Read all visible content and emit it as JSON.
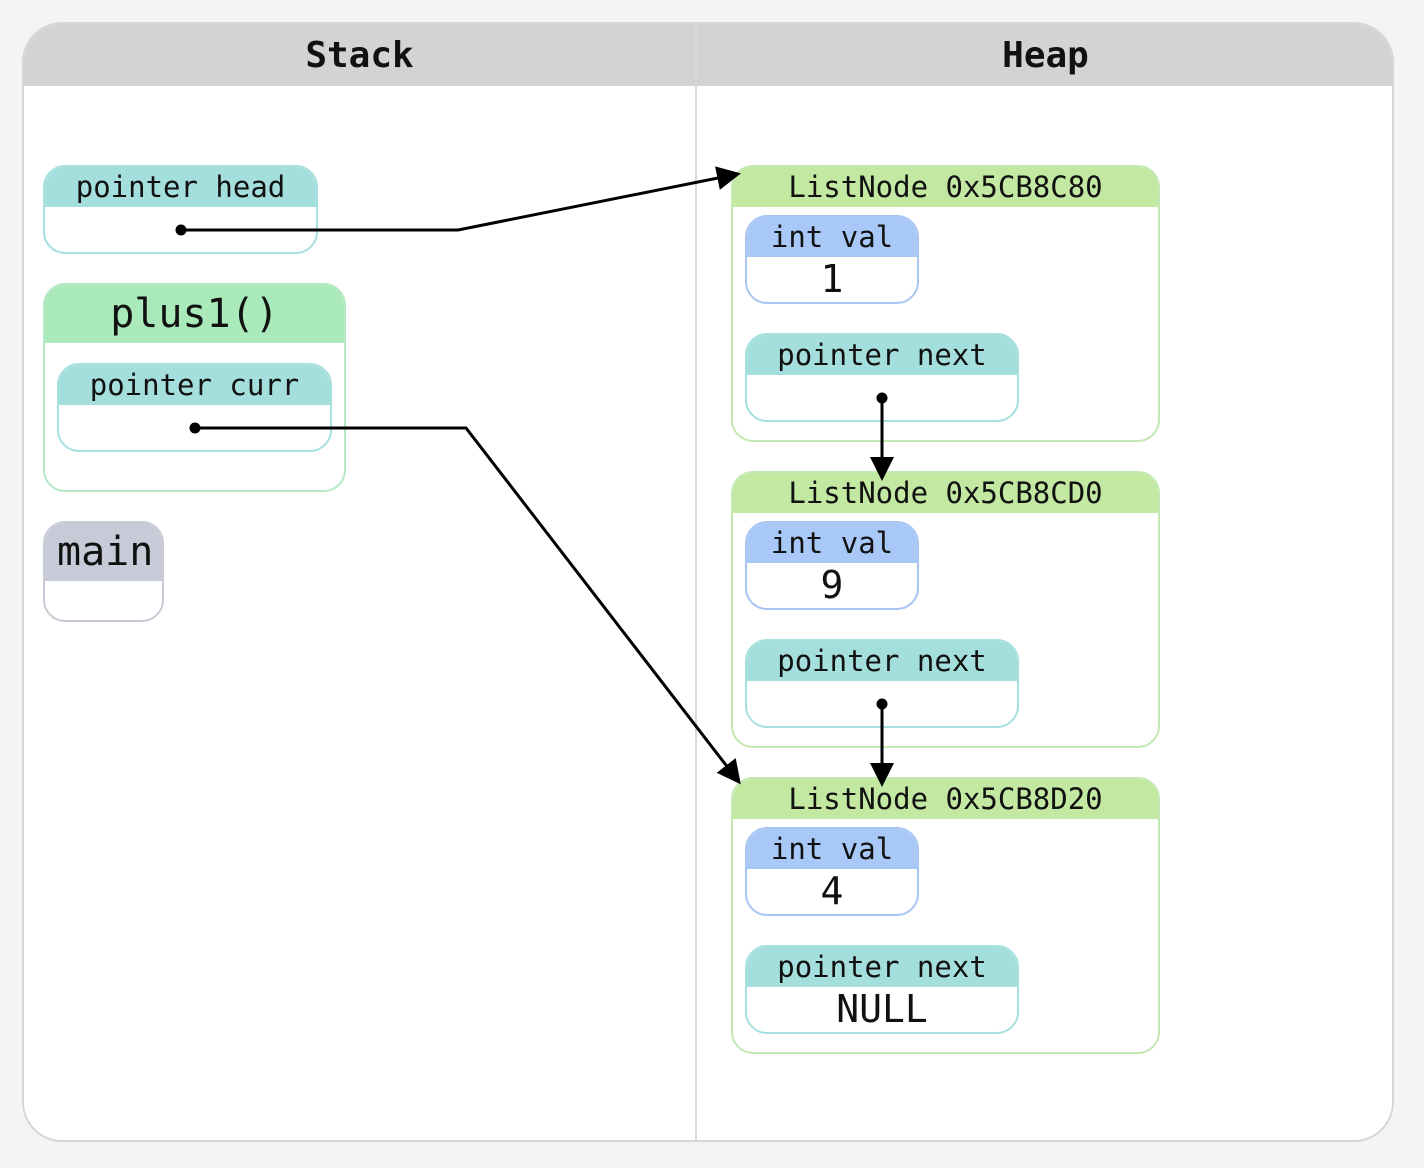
{
  "headers": {
    "stack": "Stack",
    "heap": "Heap"
  },
  "stack": {
    "global_pointer": {
      "label": "pointer head"
    },
    "frame": {
      "name": "plus1()",
      "pointer": {
        "label": "pointer curr"
      }
    },
    "main": {
      "name": "main"
    }
  },
  "heap": {
    "nodes": [
      {
        "title": "ListNode 0x5CB8C80",
        "val_label": "int val",
        "val": "1",
        "next_label": "pointer next"
      },
      {
        "title": "ListNode 0x5CB8CD0",
        "val_label": "int val",
        "val": "9",
        "next_label": "pointer next"
      },
      {
        "title": "ListNode 0x5CB8D20",
        "val_label": "int val",
        "val": "4",
        "next_label": "pointer next",
        "next_value": "NULL"
      }
    ]
  },
  "colors": {
    "pointer": "#a4dfdd",
    "int": "#a8c8f7",
    "listnode": "#c2e8a2",
    "frame": "#a9e9ba",
    "main": "#c7cad7",
    "arrow": "#000000"
  }
}
